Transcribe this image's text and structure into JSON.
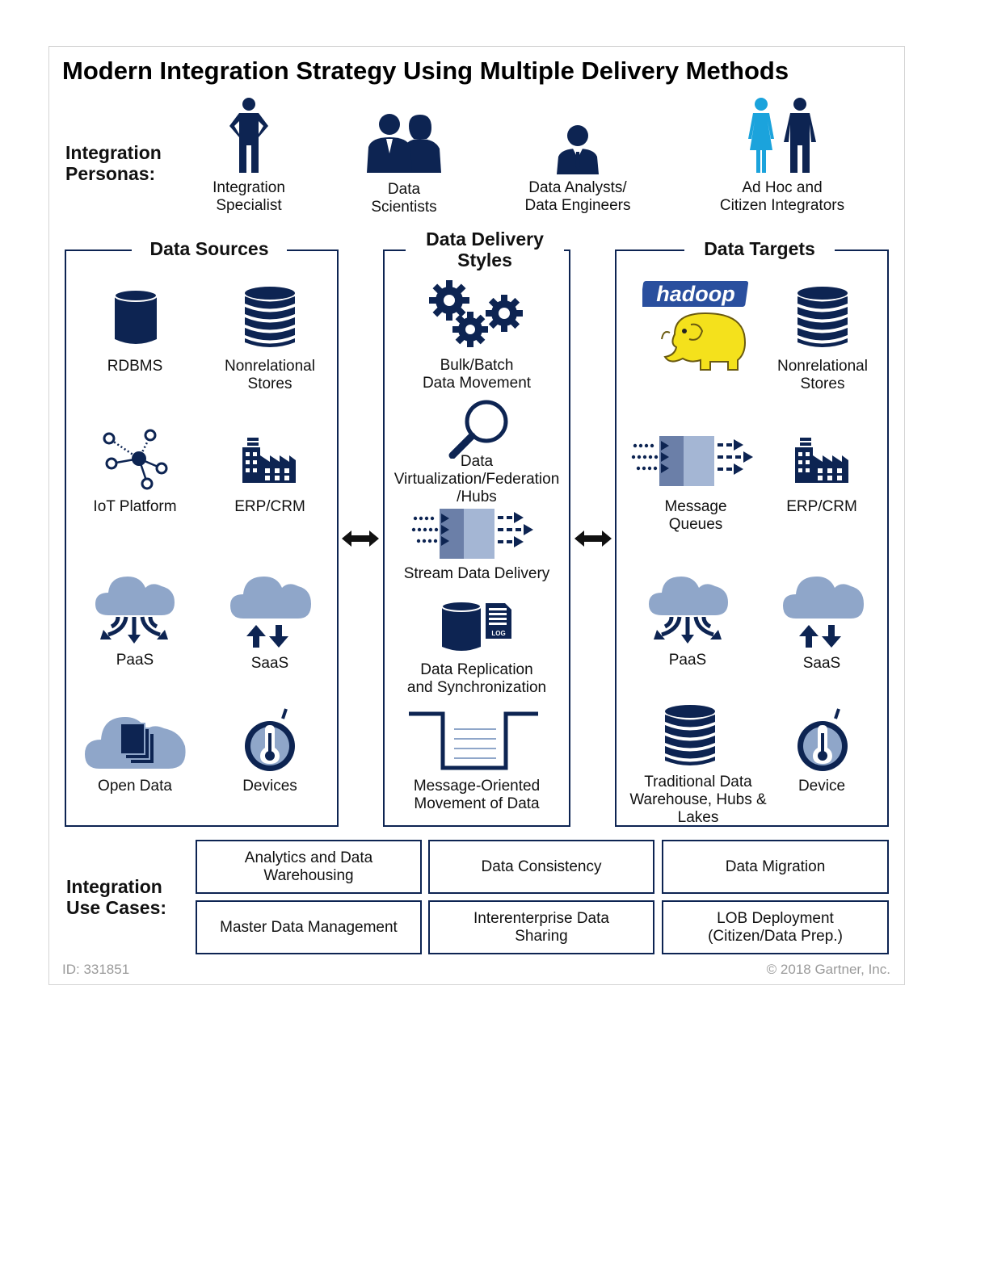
{
  "title": "Modern Integration Strategy Using Multiple Delivery Methods",
  "personas": {
    "label": "Integration\nPersonas:",
    "items": [
      {
        "label": "Integration\nSpecialist",
        "icon": "person-hands-on-hips-icon"
      },
      {
        "label": "Data\nScientists",
        "icon": "two-people-icon"
      },
      {
        "label": "Data Analysts/\nData Engineers",
        "icon": "person-suit-icon"
      },
      {
        "label": "Ad Hoc and\nCitizen Integrators",
        "icon": "woman-and-man-icon"
      }
    ]
  },
  "sources": {
    "title": "Data Sources",
    "items": [
      {
        "label": "RDBMS",
        "icon": "database-icon"
      },
      {
        "label": "Nonrelational\nStores",
        "icon": "stacked-database-icon"
      },
      {
        "label": "IoT Platform",
        "icon": "network-nodes-icon"
      },
      {
        "label": "ERP/CRM",
        "icon": "factory-icon"
      },
      {
        "label": "PaaS",
        "icon": "cloud-branch-icon"
      },
      {
        "label": "SaaS",
        "icon": "cloud-updown-icon"
      },
      {
        "label": "Open Data",
        "icon": "cloud-documents-icon"
      },
      {
        "label": "Devices",
        "icon": "thermometer-device-icon"
      }
    ]
  },
  "delivery": {
    "title": "Data Delivery\nStyles",
    "items": [
      {
        "label": "Bulk/Batch\nData Movement",
        "icon": "gears-icon"
      },
      {
        "label": "Data\nVirtualization/Federation\n/Hubs",
        "icon": "magnifier-icon"
      },
      {
        "label": "Stream Data Delivery",
        "icon": "stream-icon"
      },
      {
        "label": "Data Replication\nand Synchronization",
        "icon": "database-log-icon",
        "badge": "LOG"
      },
      {
        "label": "Message-Oriented\nMovement of Data",
        "icon": "queue-channel-icon"
      }
    ]
  },
  "targets": {
    "title": "Data Targets",
    "items": [
      {
        "label": "hadoop",
        "icon": "hadoop-elephant-icon"
      },
      {
        "label": "Nonrelational\nStores",
        "icon": "stacked-database-icon"
      },
      {
        "label": "Message\nQueues",
        "icon": "stream-icon"
      },
      {
        "label": "ERP/CRM",
        "icon": "factory-icon"
      },
      {
        "label": "PaaS",
        "icon": "cloud-branch-icon"
      },
      {
        "label": "SaaS",
        "icon": "cloud-updown-icon"
      },
      {
        "label": "Traditional Data\nWarehouse, Hubs &\nLakes",
        "icon": "stacked-database-icon"
      },
      {
        "label": "Device",
        "icon": "thermometer-device-icon"
      }
    ]
  },
  "use_cases": {
    "label": "Integration\nUse Cases:",
    "items": [
      "Analytics and Data\nWarehousing",
      "Data Consistency",
      "Data Migration",
      "Master Data Management",
      "Interenterprise Data\nSharing",
      "LOB Deployment\n(Citizen/Data Prep.)"
    ]
  },
  "footer": {
    "id": "ID: 331851",
    "copyright": "© 2018 Gartner, Inc."
  },
  "colors": {
    "navy": "#0d2452",
    "light_blue": "#8fa6c9",
    "slate": "#6b7fa8",
    "cyan": "#1ba3dc",
    "hadoop_yellow": "#f4e11c"
  }
}
